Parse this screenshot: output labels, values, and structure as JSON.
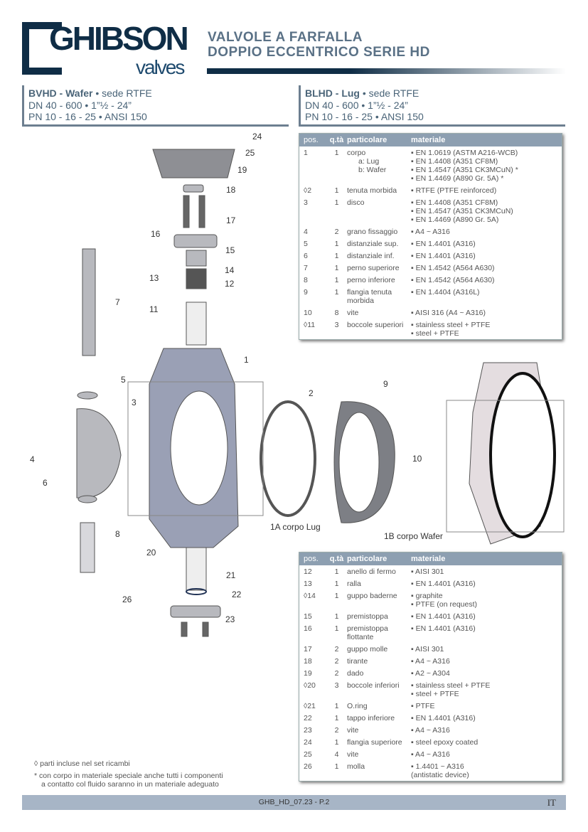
{
  "logo": {
    "brand": "GHIBSON",
    "sub": "valves"
  },
  "title": {
    "line1": "VALVOLE A FARFALLA",
    "line2": "DOPPIO ECCENTRICO SERIE HD"
  },
  "spec_left": {
    "model": "BVHD - Wafer",
    "seat": " • sede RTFE",
    "dn": "DN 40 - 600 • 1”½ - 24”",
    "pn": "PN 10 - 16 - 25 • ANSI 150"
  },
  "spec_right": {
    "model": "BLHD - Lug",
    "seat": " • sede RTFE",
    "dn": "DN 40 - 600 • 1”½ - 24”",
    "pn": "PN 10 - 16 - 25 • ANSI 150"
  },
  "table_headers": {
    "pos": "pos.",
    "qty": "q.tà",
    "part": "particolare",
    "material": "materiale"
  },
  "table1": [
    {
      "pos": "1",
      "qty": "1",
      "part": [
        "corpo",
        "a: Lug",
        "b: Wafer"
      ],
      "material": [
        "▪ EN 1.0619 (ASTM A216-WCB)",
        "▪ EN 1.4408 (A351 CF8M)",
        "▪ EN 1.4547 (A351 CK3MCuN) *",
        "▪ EN 1.4469 (A890 Gr. 5A) *"
      ]
    },
    {
      "pos": "◊2",
      "qty": "1",
      "part": [
        "tenuta morbida"
      ],
      "material": [
        "▪ RTFE (PTFE reinforced)"
      ]
    },
    {
      "pos": "3",
      "qty": "1",
      "part": [
        "disco"
      ],
      "material": [
        "▪ EN 1.4408 (A351 CF8M)",
        "▪ EN 1.4547 (A351 CK3MCuN)",
        "▪ EN 1.4469 (A890 Gr. 5A)"
      ]
    },
    {
      "pos": "4",
      "qty": "2",
      "part": [
        "grano fissaggio"
      ],
      "material": [
        "▪ A4 ~ A316"
      ]
    },
    {
      "pos": "5",
      "qty": "1",
      "part": [
        "distanziale sup."
      ],
      "material": [
        "▪ EN 1.4401 (A316)"
      ]
    },
    {
      "pos": "6",
      "qty": "1",
      "part": [
        "distanziale inf."
      ],
      "material": [
        "▪ EN 1.4401 (A316)"
      ]
    },
    {
      "pos": "7",
      "qty": "1",
      "part": [
        "perno superiore"
      ],
      "material": [
        "▪ EN 1.4542 (A564 A630)"
      ]
    },
    {
      "pos": "8",
      "qty": "1",
      "part": [
        "perno inferiore"
      ],
      "material": [
        "▪ EN 1.4542 (A564 A630)"
      ]
    },
    {
      "pos": "9",
      "qty": "1",
      "part": [
        "flangia tenuta",
        "morbida"
      ],
      "material": [
        "▪ EN 1.4404 (A316L)"
      ]
    },
    {
      "pos": "10",
      "qty": "8",
      "part": [
        "vite"
      ],
      "material": [
        "▪ AISI 316 (A4 ~ A316)"
      ]
    },
    {
      "pos": "◊11",
      "qty": "3",
      "part": [
        "boccole superiori"
      ],
      "material": [
        "▪ stainless steel + PTFE",
        "▪ steel + PTFE"
      ]
    }
  ],
  "table2": [
    {
      "pos": "12",
      "qty": "1",
      "part": [
        "anello di fermo"
      ],
      "material": [
        "▪ AISI 301"
      ]
    },
    {
      "pos": "13",
      "qty": "1",
      "part": [
        "ralla"
      ],
      "material": [
        "▪ EN 1.4401 (A316)"
      ]
    },
    {
      "pos": "◊14",
      "qty": "1",
      "part": [
        "guppo baderne"
      ],
      "material": [
        "▪ graphite",
        "▪ PTFE (on request)"
      ]
    },
    {
      "pos": "15",
      "qty": "1",
      "part": [
        "premistoppa"
      ],
      "material": [
        "▪ EN 1.4401 (A316)"
      ]
    },
    {
      "pos": "16",
      "qty": "1",
      "part": [
        "premistoppa",
        "flottante"
      ],
      "material": [
        "▪ EN 1.4401 (A316)"
      ]
    },
    {
      "pos": "17",
      "qty": "2",
      "part": [
        "guppo molle"
      ],
      "material": [
        "▪ AISI 301"
      ]
    },
    {
      "pos": "18",
      "qty": "2",
      "part": [
        "tirante"
      ],
      "material": [
        "▪ A4 ~ A316"
      ]
    },
    {
      "pos": "19",
      "qty": "2",
      "part": [
        "dado"
      ],
      "material": [
        "▪ A2 ~ A304"
      ]
    },
    {
      "pos": "◊20",
      "qty": "3",
      "part": [
        "boccole inferiori"
      ],
      "material": [
        "▪ stainless steel + PTFE",
        "▪ steel + PTFE"
      ]
    },
    {
      "pos": "◊21",
      "qty": "1",
      "part": [
        "O.ring"
      ],
      "material": [
        "▪ PTFE"
      ]
    },
    {
      "pos": "22",
      "qty": "1",
      "part": [
        "tappo inferiore"
      ],
      "material": [
        "▪ EN 1.4401 (A316)"
      ]
    },
    {
      "pos": "23",
      "qty": "2",
      "part": [
        "vite"
      ],
      "material": [
        "▪ A4 ~ A316"
      ]
    },
    {
      "pos": "24",
      "qty": "1",
      "part": [
        "flangia superiore"
      ],
      "material": [
        "▪ steel epoxy coated"
      ]
    },
    {
      "pos": "25",
      "qty": "4",
      "part": [
        "vite"
      ],
      "material": [
        "▪ A4 ~ A316"
      ]
    },
    {
      "pos": "26",
      "qty": "1",
      "part": [
        "molla"
      ],
      "material": [
        "▪ 1.4401 ~ A316",
        "(antistatic device)"
      ]
    }
  ],
  "callouts": [
    "24",
    "25",
    "19",
    "18",
    "17",
    "16",
    "15",
    "14",
    "13",
    "12",
    "11",
    "7",
    "1",
    "5",
    "3",
    "2",
    "9",
    "10",
    "4",
    "6",
    "8",
    "20",
    "21",
    "22",
    "23",
    "26"
  ],
  "body_labels": {
    "lug": "1A corpo Lug",
    "wafer": "1B corpo Wafer"
  },
  "notes": {
    "spare": "◊ parti incluse nel set ricambi",
    "special1": "* con corpo in materiale speciale anche tutti i componenti",
    "special2": "a contatto col fluido saranno in un materiale adeguato"
  },
  "footer": {
    "code": "GHB_HD_07.23 - P.2",
    "lang": "IT"
  }
}
